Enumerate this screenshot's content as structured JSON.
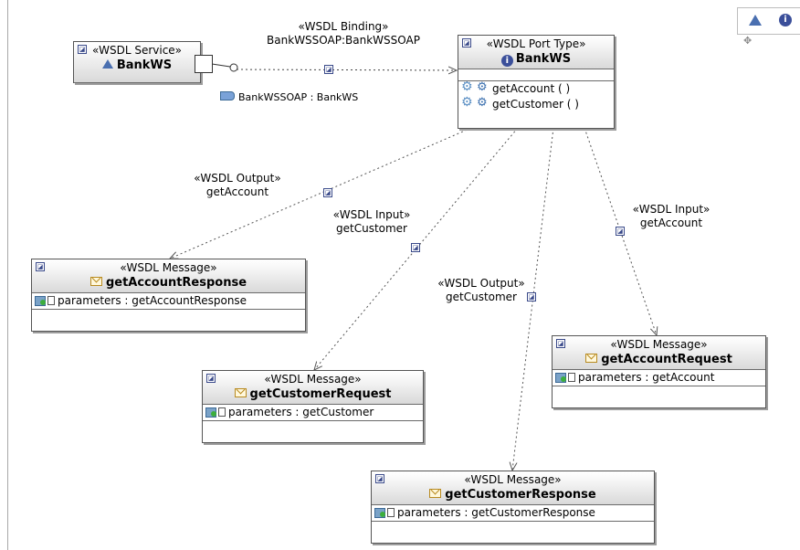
{
  "diagram": {
    "service": {
      "stereotype": "«WSDL Service»",
      "name": "BankWS",
      "icon": "service-flask-icon"
    },
    "port_type": {
      "stereotype": "«WSDL Port Type»",
      "name": "BankWS",
      "icon": "interface-info-icon",
      "operations": [
        "getAccount ( )",
        "getCustomer ( )"
      ]
    },
    "binding": {
      "stereotype": "«WSDL Binding»",
      "name": "BankWSSOAP:BankWSSOAP",
      "port_label": "BankWSSOAP : BankWS"
    },
    "messages": {
      "get_account_response": {
        "stereotype": "«WSDL Message»",
        "name": "getAccountResponse",
        "part": "parameters : getAccountResponse"
      },
      "get_customer_request": {
        "stereotype": "«WSDL Message»",
        "name": "getCustomerRequest",
        "part": "parameters : getCustomer"
      },
      "get_account_request": {
        "stereotype": "«WSDL Message»",
        "name": "getAccountRequest",
        "part": "parameters : getAccount"
      },
      "get_customer_response": {
        "stereotype": "«WSDL Message»",
        "name": "getCustomerResponse",
        "part": "parameters : getCustomerResponse"
      }
    },
    "edges": {
      "output_get_account": {
        "stereotype": "«WSDL Output»",
        "name": "getAccount"
      },
      "input_get_customer": {
        "stereotype": "«WSDL Input»",
        "name": "getCustomer"
      },
      "output_get_customer": {
        "stereotype": "«WSDL Output»",
        "name": "getCustomer"
      },
      "input_get_account": {
        "stereotype": "«WSDL Input»",
        "name": "getAccount"
      }
    }
  },
  "palette": {
    "tools": [
      "service-flask-icon",
      "interface-info-icon"
    ]
  },
  "colors": {
    "node_header_dark": "#d9d9d9",
    "icon_blue": "#3b4f9a",
    "envelope": "#b88a20",
    "edge": "#555555"
  }
}
